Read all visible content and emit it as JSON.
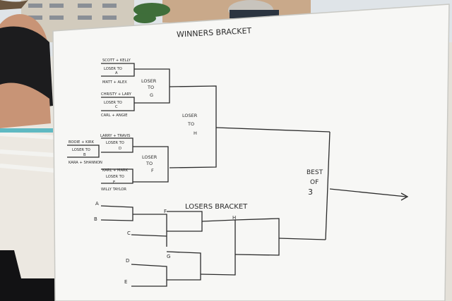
{
  "board": {
    "winners_title": "WINNERS BRACKET",
    "losers_title": "LOSERS BRACKET",
    "final_label_1": "BEST",
    "final_label_2": "OF",
    "final_label_3": "3"
  },
  "winners": {
    "t1_top": "SCOTT + KELLY",
    "t1_mid_a": "LOSER TO",
    "t1_mid_b": "A",
    "t1_bot": "MATT + ALEX",
    "t2_top": "CHRISTY + LARY",
    "t2_mid_a": "LOSER TO",
    "t2_mid_b": "C",
    "t2_bot": "CARL + ANGIE",
    "r2a_a": "LOSER",
    "r2a_b": "TO",
    "r2a_c": "G",
    "semi_a": "LOSER",
    "semi_b": "TO",
    "semi_c": "H",
    "t3_top": "LARRY + TRAVIS",
    "t3_mid_a": "LOSER TO",
    "t3_mid_b": "D",
    "t4_top": "BOOIE + KIRK",
    "t4_mid_a": "LOSER TO",
    "t4_mid_b": "B",
    "t4_bot_a": "KARA + SHANNON",
    "r2b_a": "LOSER",
    "r2b_b": "TO",
    "r2b_c": "F",
    "t5_top": "KARL + MARK",
    "t5_mid_a": "LOSER TO",
    "t5_mid_b": "E",
    "t5_bot": "WILLY TAYLOR"
  },
  "losers": {
    "A": "A",
    "B": "B",
    "C": "C",
    "D": "D",
    "E": "E",
    "F": "F",
    "G": "G",
    "H": "H"
  }
}
